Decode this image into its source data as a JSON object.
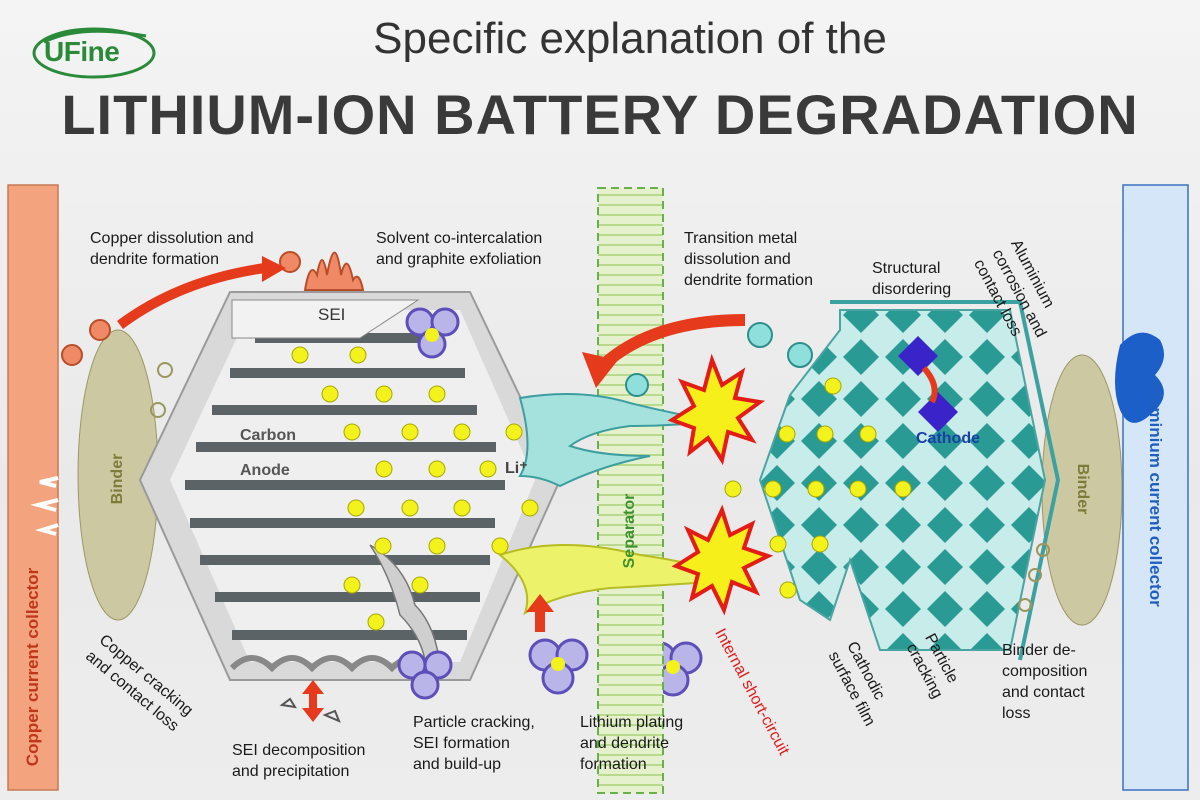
{
  "logo": {
    "text": "UFine",
    "brand_color": "#2a8a3a"
  },
  "title": {
    "line1": "Specific explanation of the",
    "line2": "LITHIUM-ION BATTERY DEGRADATION"
  },
  "collectors": {
    "copper": "Copper current collector",
    "aluminium": "Aluminium current collector"
  },
  "components": {
    "binder_left": "Binder",
    "binder_right": "Binder",
    "sei": "SEI",
    "carbon": "Carbon",
    "anode": "Anode",
    "li_ion": "Li⁺",
    "separator": "Separator",
    "cathode": "Cathode"
  },
  "annotations": {
    "copper_dissolution": [
      "Copper dissolution and",
      "dendrite formation"
    ],
    "solvent": [
      "Solvent co-intercalation",
      "and graphite exfoliation"
    ],
    "transition_metal": [
      "Transition metal",
      "dissolution and",
      "dendrite formation"
    ],
    "structural": [
      "Structural",
      "disordering"
    ],
    "aluminium_corrosion": [
      "Aluminium",
      "corrosion and",
      "contact loss"
    ],
    "copper_cracking": [
      "Copper cracking",
      "and contact loss"
    ],
    "sei_decomposition": [
      "SEI decomposition",
      "and precipitation"
    ],
    "particle_cracking_sei": [
      "Particle cracking,",
      "SEI formation",
      "and build-up"
    ],
    "lithium_plating": [
      "Lithium plating",
      "and dendrite",
      "formation"
    ],
    "internal_short": "Internal short-circuit",
    "cathodic_film": [
      "Cathodic",
      "surface film"
    ],
    "particle_cracking": [
      "Particle",
      "cracking"
    ],
    "binder_decomposition": [
      "Binder de-",
      "composition",
      "and contact",
      "loss"
    ]
  },
  "colors": {
    "copper_collector": "#f2a07a",
    "aluminium_collector": "#cfe3f7",
    "aluminium_text": "#1f5fbf",
    "copper_text": "#c0361a",
    "binder": "#c9c7a0",
    "binder_text": "#7d7a3a",
    "anode_frame": "#d6d6d6",
    "graphite_layer": "#5a6065",
    "li_particle": "#f4f01e",
    "cathode_fill": "#bfe9e6",
    "cathode_diamond": "#1f8f8a",
    "separator": "#dfeec2",
    "arrow": "#e63a1c",
    "short_circuit_text": "#e11b1b",
    "cathode_label": "#1a3fa8"
  }
}
